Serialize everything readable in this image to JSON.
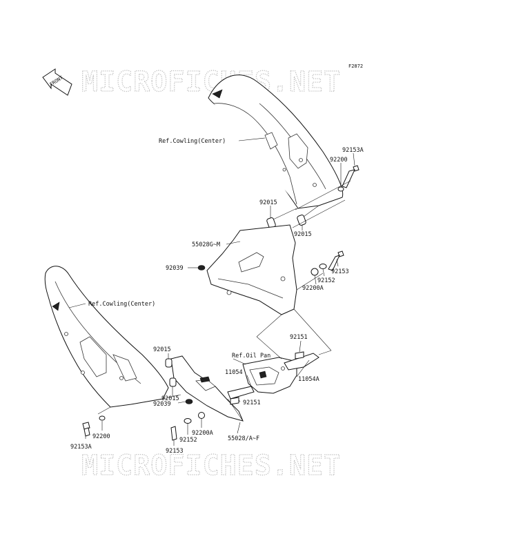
{
  "figure_code": "F2872",
  "front_arrow": {
    "label": "FRONT"
  },
  "watermarks": [
    "MICROFICHES.NET",
    "MICROFICHES.NET"
  ],
  "references": [
    {
      "text": "Ref.Cowling(Center)"
    },
    {
      "text": "Ref.Cowling(Center)"
    },
    {
      "text": "Ref.Oil Pan"
    }
  ],
  "labels": [
    {
      "text": "92153A"
    },
    {
      "text": "92200"
    },
    {
      "text": "92015"
    },
    {
      "text": "92015"
    },
    {
      "text": "55028G~M"
    },
    {
      "text": "92039"
    },
    {
      "text": "92153"
    },
    {
      "text": "92152"
    },
    {
      "text": "92200A"
    },
    {
      "text": "92151"
    },
    {
      "text": "11054"
    },
    {
      "text": "11054A"
    },
    {
      "text": "92151"
    },
    {
      "text": "92015"
    },
    {
      "text": "92015"
    },
    {
      "text": "92039"
    },
    {
      "text": "92200"
    },
    {
      "text": "92153A"
    },
    {
      "text": "92152"
    },
    {
      "text": "92153"
    },
    {
      "text": "92200A"
    },
    {
      "text": "55028/A~F"
    }
  ]
}
